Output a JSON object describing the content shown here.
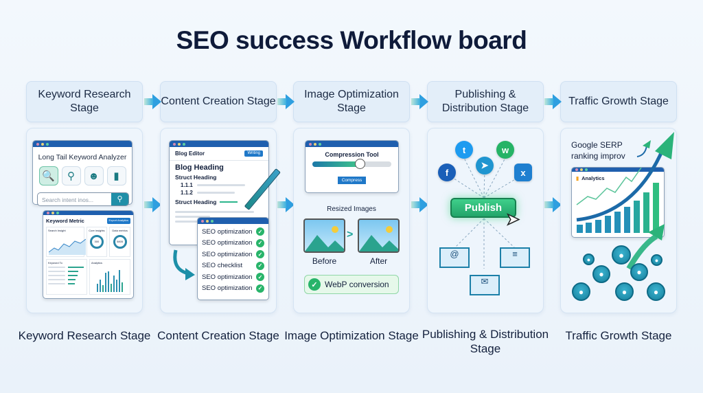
{
  "title": "SEO success Workflow board",
  "stages": [
    {
      "header": "Keyword Research Stage",
      "footer": "Keyword Research Stage"
    },
    {
      "header": "Content Creation Stage",
      "footer": "Content Creation Stage"
    },
    {
      "header": "Image Optimization Stage",
      "footer": "Image Optimization Stage"
    },
    {
      "header": "Publishing & Distribution Stage",
      "footer": "Publishing & Distribution Stage"
    },
    {
      "header": "Traffic Growth Stage",
      "footer": "Traffic Growth Stage"
    }
  ],
  "keyword": {
    "analyzer_title": "Long Tail Keyword Analyzer",
    "search_placeholder": "Search intent inos...",
    "metric_title": "Keyword Metric",
    "metric_button": "Export Analytics",
    "card1": "Search Insight",
    "card2": "Core insights",
    "card3": "Data metrics",
    "gauge1": "300",
    "gauge2": "5805",
    "list_title": "Keyword To",
    "stats_title": "Analytics"
  },
  "content": {
    "editor_title": "Blog Editor",
    "badge": "Writing",
    "heading": "Blog Heading",
    "struct1": "Struct Heading",
    "sub1": "1.1.1",
    "sub2": "1.1.2",
    "struct2": "Struct Heading",
    "checklist": [
      "SEO optimization",
      "SEO optimization",
      "SEO optimization",
      "SEO checklist",
      "SEO optimization",
      "SEO optimization"
    ]
  },
  "image": {
    "tool_title": "Compression Tool",
    "slider_value": 0.6,
    "compress_button": "Compress",
    "resized_label": "Resized Images",
    "before": "Before",
    "after": "After",
    "webp": "WebP conversion"
  },
  "publish": {
    "button": "Publish"
  },
  "traffic": {
    "caption": "Google SERP ranking improv",
    "analytics": "Analytics"
  },
  "colors": {
    "accent": "#1f5fae",
    "green": "#28b46a",
    "teal": "#1a8fa0"
  }
}
